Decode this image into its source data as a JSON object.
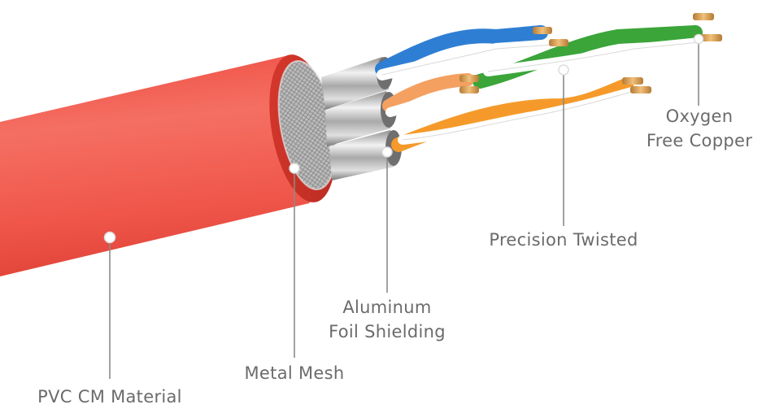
{
  "labels": {
    "oxygen_free_copper": {
      "line1": "Oxygen",
      "line2": "Free Copper"
    },
    "precision_twisted": "Precision Twisted",
    "aluminum_foil": {
      "line1": "Aluminum",
      "line2": "Foil Shielding"
    },
    "metal_mesh": "Metal Mesh",
    "pvc_cm": "PVC CM Material"
  },
  "colors": {
    "jacket": "#f0574a",
    "jacket_dark": "#c9382e",
    "mesh": "#c8c8c8",
    "foil": "#b8b8b8",
    "pair_blue": "#2e7fd3",
    "pair_green": "#3ba53a",
    "pair_orange": "#f59a2a",
    "pair_orange_light": "#f4a060",
    "copper": "#d9a05a",
    "leader_line": "#8a8a8a",
    "label_text": "#6b6b6b"
  }
}
